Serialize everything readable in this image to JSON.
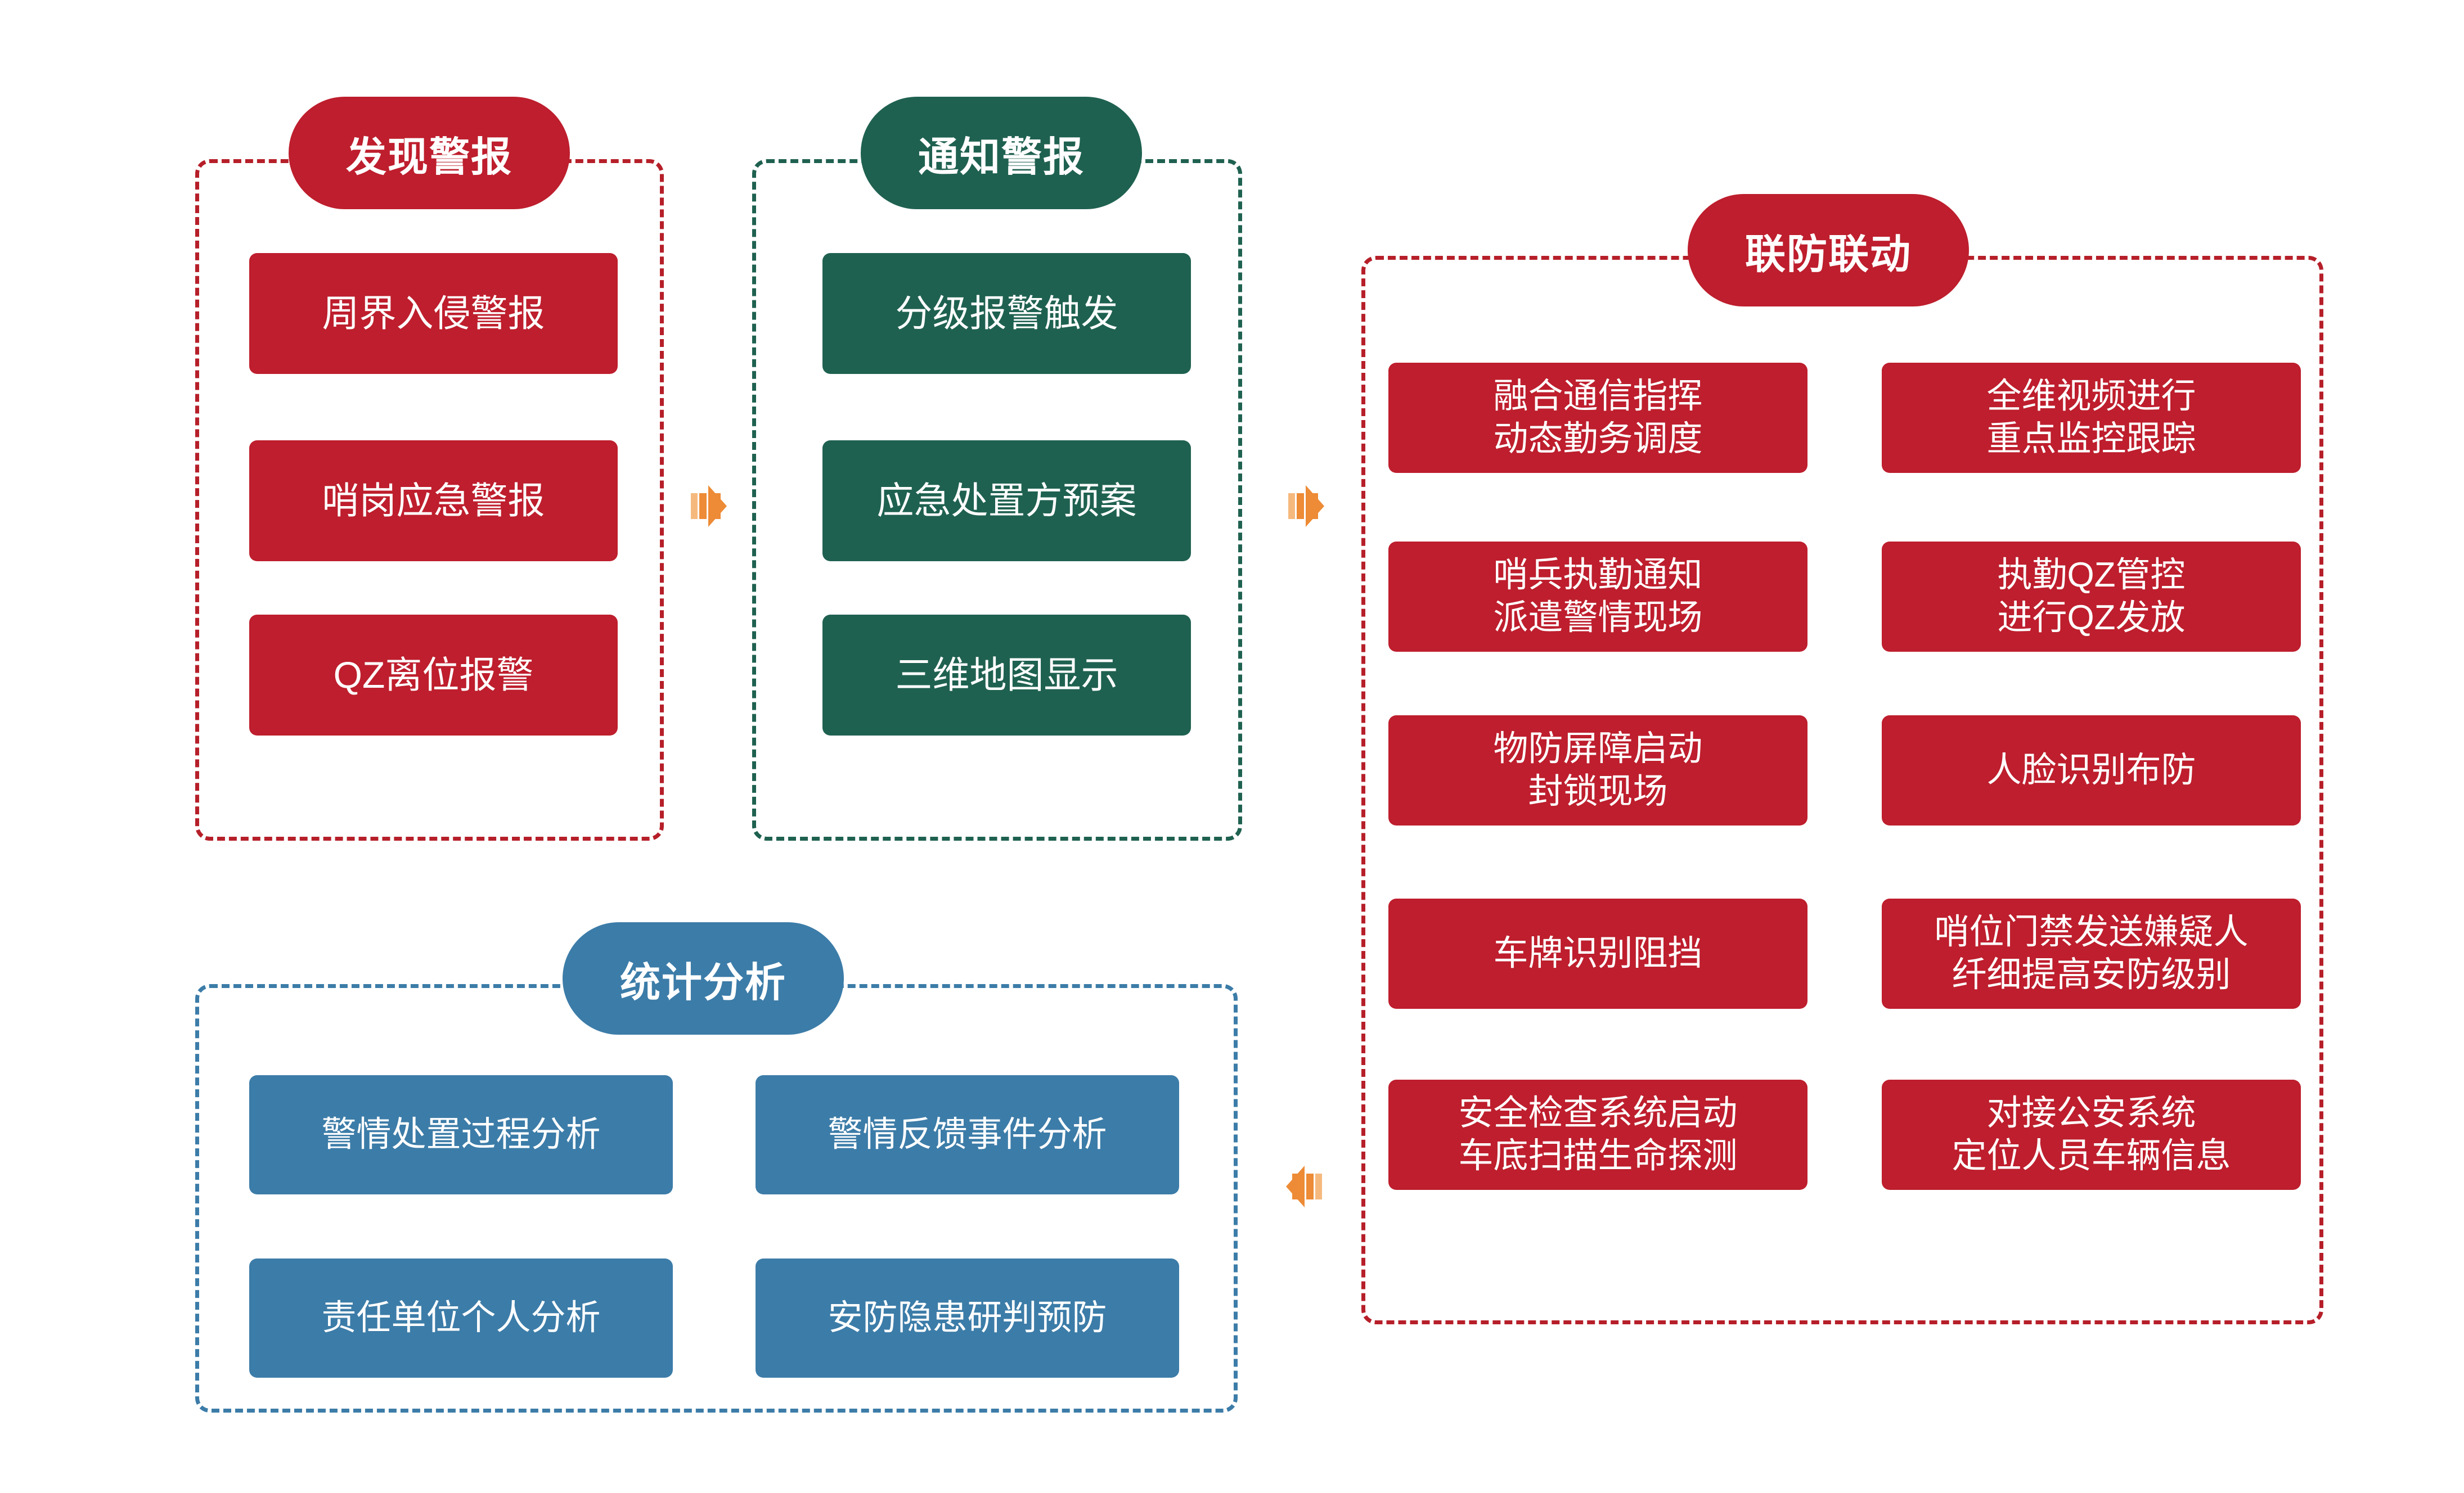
{
  "colors": {
    "red": "#BE1E2D",
    "green": "#1F6150",
    "blue": "#3C7CA8",
    "arrow_orange": "#ED8B36",
    "background": "#FFFFFF",
    "text_on_fill": "#FFFFFF"
  },
  "groups": {
    "discover_alarm": {
      "title": "发现警报",
      "accent": "#BE1E2D",
      "items": [
        {
          "label": "周界入侵警报"
        },
        {
          "label": "哨岗应急警报"
        },
        {
          "label": "QZ离位报警"
        }
      ]
    },
    "notify_alarm": {
      "title": "通知警报",
      "accent": "#1F6150",
      "items": [
        {
          "label": "分级报警触发"
        },
        {
          "label": "应急处置方预案"
        },
        {
          "label": "三维地图显示"
        }
      ]
    },
    "joint_defense": {
      "title": "联防联动",
      "accent": "#BE1E2D",
      "left_column": [
        {
          "label": "融合通信指挥\n动态勤务调度"
        },
        {
          "label": "哨兵执勤通知\n派遣警情现场"
        },
        {
          "label": "物防屏障启动\n封锁现场"
        },
        {
          "label": "车牌识别阻挡"
        },
        {
          "label": "安全检查系统启动\n车底扫描生命探测"
        }
      ],
      "right_column": [
        {
          "label": "全维视频进行\n重点监控跟踪"
        },
        {
          "label": "执勤QZ管控\n进行QZ发放"
        },
        {
          "label": "人脸识别布防"
        },
        {
          "label": "哨位门禁发送嫌疑人\n纤细提高安防级别"
        },
        {
          "label": "对接公安系统\n定位人员车辆信息"
        }
      ]
    },
    "statistical_analysis": {
      "title": "统计分析",
      "accent": "#3C7CA8",
      "items": [
        {
          "label": "警情处置过程分析"
        },
        {
          "label": "警情反馈事件分析"
        },
        {
          "label": "责任单位个人分析"
        },
        {
          "label": "安防隐患研判预防"
        }
      ]
    }
  },
  "connectors": [
    {
      "name": "arrow-discover-to-notify",
      "direction": "right",
      "color": "#ED8B36"
    },
    {
      "name": "arrow-notify-to-joint",
      "direction": "right",
      "color": "#ED8B36"
    },
    {
      "name": "arrow-joint-to-statistics",
      "direction": "left",
      "color": "#ED8B36"
    }
  ]
}
